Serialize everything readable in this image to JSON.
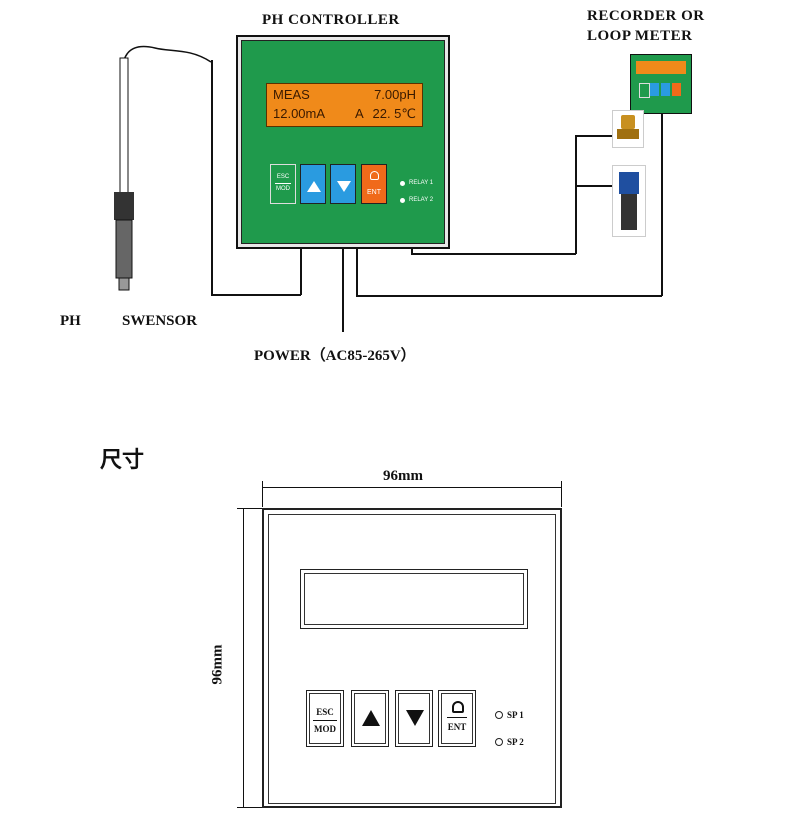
{
  "top_diagram": {
    "title": "PH CONTROLLER",
    "recorder_label_line1": "RECORDER OR",
    "recorder_label_line2": "LOOP METER",
    "sensor_label_1": "PH",
    "sensor_label_2": "SWENSOR",
    "power_label": "POWER（AC85-265V）",
    "display": {
      "row1_left": "MEAS",
      "row1_right": "7.00pH",
      "row2_left": "12.00mA",
      "row2_mid": "A",
      "row2_right": "22. 5℃"
    },
    "buttons": {
      "esc_label": "ESC",
      "mod_label": "MOD",
      "ent_label": "ENT"
    },
    "relay1": "RELAY 1",
    "relay2": "RELAY 2",
    "colors": {
      "panel_green": "#1f9a4c",
      "lcd_orange": "#f08a1a",
      "key_blue": "#2a9be0",
      "key_orange": "#f06a1a"
    }
  },
  "dimensions": {
    "heading": "尺寸",
    "width_label": "96mm",
    "height_label": "96mm",
    "buttons": {
      "esc_label": "ESC",
      "mod_label": "MOD",
      "ent_label": "ENT"
    },
    "sp1": "SP 1",
    "sp2": "SP 2"
  }
}
